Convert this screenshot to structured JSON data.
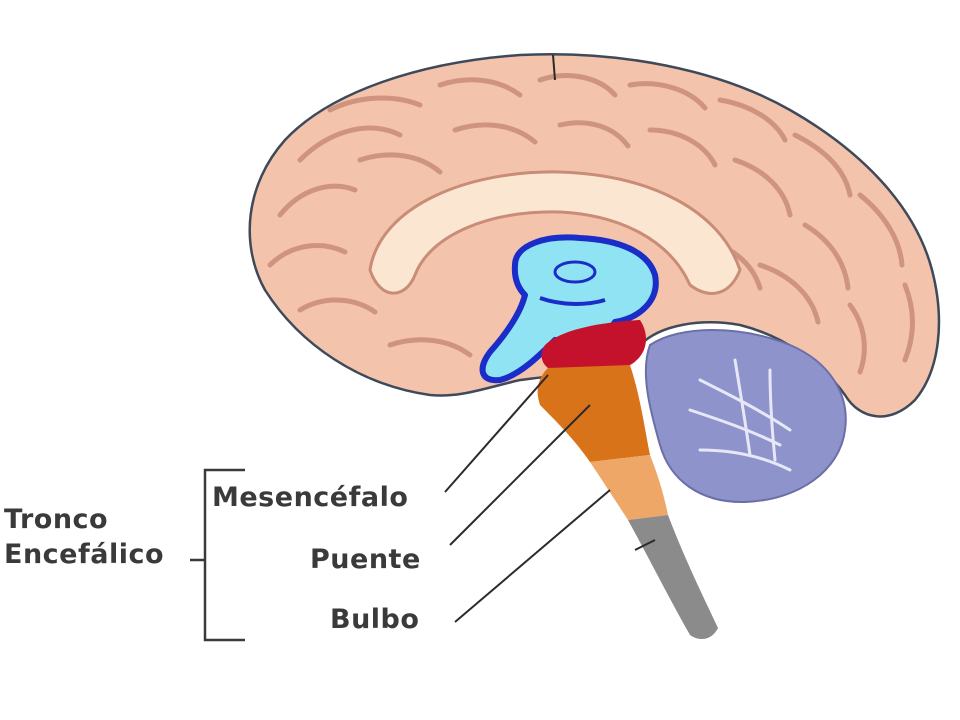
{
  "group_label": {
    "line1": "Tronco",
    "line2": "Encefálico"
  },
  "parts": [
    {
      "id": "mesencefalo",
      "label": "Mesencéfalo"
    },
    {
      "id": "puente",
      "label": "Puente"
    },
    {
      "id": "bulbo",
      "label": "Bulbo"
    }
  ],
  "colors": {
    "cortex_fill": "#f4c3ac",
    "cortex_outline": "#3e4a5a",
    "sulci": "#c98c76",
    "corpus_callosum": "#fbe6d2",
    "thalamus_fill": "#8fe3f2",
    "thalamus_outline": "#1a2dc8",
    "diencephalon_red": "#c4122c",
    "midbrain_orange": "#d9731a",
    "pons_tan": "#efa768",
    "medulla_gray": "#8b8b8b",
    "cerebellum": "#8f93cc",
    "leader_lines": "#2b2b2b"
  }
}
